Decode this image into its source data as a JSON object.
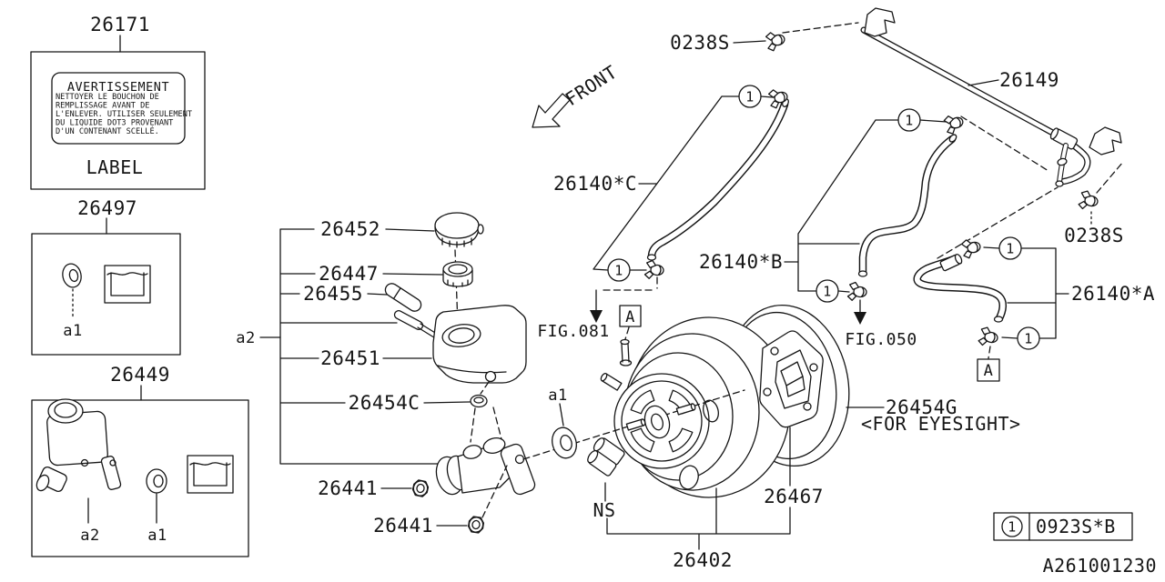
{
  "doc_number": "A261001230",
  "front_arrow": "FRONT",
  "warning_label": {
    "part_no": "26171",
    "title": "AVERTISSEMENT",
    "body": [
      "NETTOYER LE BOUCHON DE",
      "REMPLISSAGE AVANT DE",
      "L'ENLEVER. UTILISER SEULEMENT",
      "DU LIQUIDE DOT3 PROVENANT",
      "D'UN CONTENANT SCELLÉ."
    ],
    "caption": "LABEL"
  },
  "parts": {
    "label": "26171",
    "kit_26497": "26497",
    "kit_26449": "26449",
    "reservoir_cap": "26452",
    "cap_seal": "26447",
    "tube": "26455",
    "reservoir": "26451",
    "grommet": "26454C",
    "nut": "26441",
    "hose_c": "26140*C",
    "hose_b": "26140*B",
    "hose_a": "26140*A",
    "pipe": "26149",
    "clamp": "0238S",
    "booster": "26402",
    "gasket": "26467",
    "spacer": "26454G",
    "spacer_note": "<FOR EYESIGHT>",
    "ns": "NS"
  },
  "figure_refs": {
    "fig081": "FIG.081",
    "fig050": "FIG.050"
  },
  "callouts": {
    "one": "1",
    "a_marker": "A",
    "alpha1": "a1",
    "alpha2": "a2"
  },
  "legend": {
    "callout": "1",
    "part_no": "0923S*B"
  }
}
